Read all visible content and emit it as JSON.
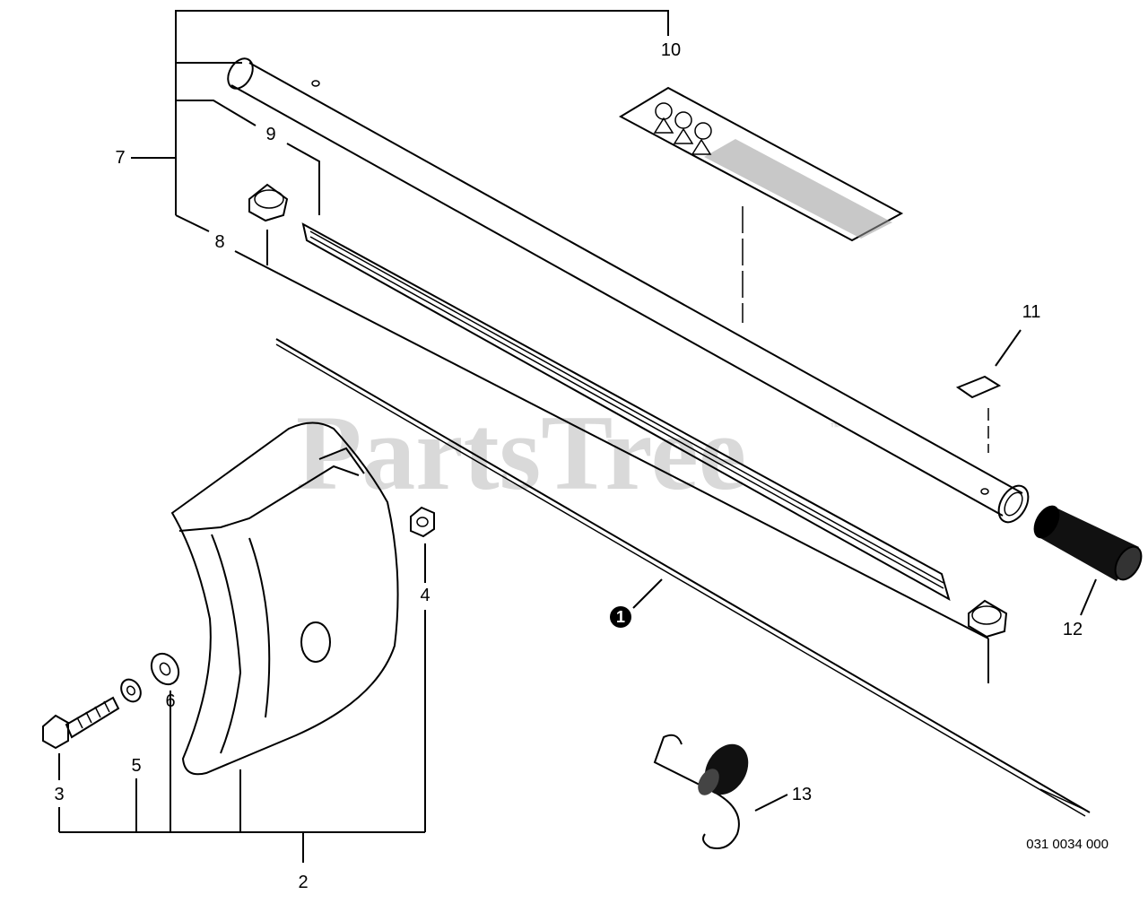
{
  "watermark": {
    "text": "PartsTree",
    "trademark": "™"
  },
  "drawing_code": "031 0034 000",
  "callouts": {
    "c1": "1",
    "c2": "2",
    "c3": "3",
    "c4": "4",
    "c5": "5",
    "c6": "6",
    "c7": "7",
    "c8": "8",
    "c9": "9",
    "c10": "10",
    "c11": "11",
    "c12": "12",
    "c13": "13"
  },
  "colors": {
    "ink": "#000000",
    "watermark": "#d9d9d9",
    "background": "#ffffff"
  }
}
